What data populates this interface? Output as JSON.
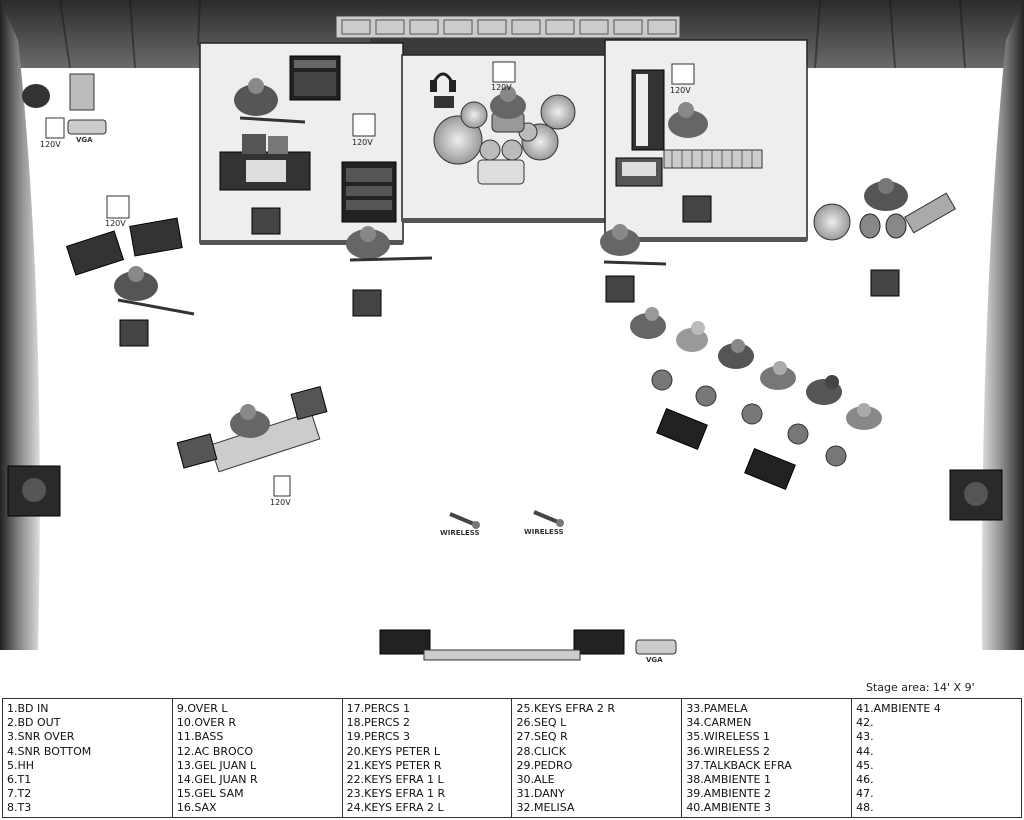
{
  "stage_area": "Stage area: 14' X 9'",
  "outlet_label": "120V",
  "vga_label": "VGA",
  "wireless_label": "WIRELESS",
  "input_list": [
    [
      "1.BD IN",
      "2.BD OUT",
      "3.SNR OVER",
      "4.SNR BOTTOM",
      "5.HH",
      "6.T1",
      "7.T2",
      "8.T3"
    ],
    [
      "9.OVER L",
      "10.OVER R",
      "11.BASS",
      "12.AC BROCO",
      "13.GEL JUAN L",
      "14.GEL JUAN R",
      "15.GEL SAM",
      "16.SAX"
    ],
    [
      "17.PERCS 1",
      "18.PERCS 2",
      "19.PERCS 3",
      "20.KEYS PETER L",
      "21.KEYS PETER R",
      "22.KEYS EFRA 1 L",
      "23.KEYS EFRA 1 R",
      "24.KEYS EFRA 2 L"
    ],
    [
      "25.KEYS EFRA 2 R",
      "26.SEQ L",
      "27.SEQ R",
      "28.CLICK",
      "29.PEDRO",
      "30.ALE",
      "31.DANY",
      "32.MELISA"
    ],
    [
      "33.PAMELA",
      "34.CARMEN",
      "35.WIRELESS 1",
      "36.WIRELESS 2",
      "37.TALKBACK EFRA",
      "38.AMBIENTE 1",
      "39.AMBIENTE 2",
      "40.AMBIENTE 3"
    ],
    [
      "41.AMBIENTE 4",
      "42.",
      "43.",
      "44.",
      "45.",
      "46.",
      "47.",
      "48."
    ]
  ]
}
